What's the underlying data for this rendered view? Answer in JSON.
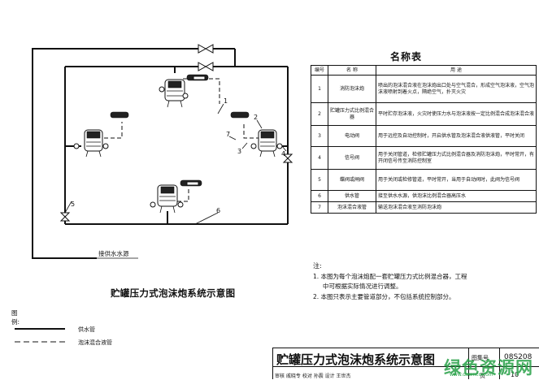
{
  "diagram": {
    "title": "贮罐压力式泡沫炮系统示意图",
    "callouts": [
      "1",
      "2",
      "3",
      "4",
      "5",
      "6",
      "7"
    ],
    "water_source_label": "接供水水源",
    "legend": {
      "title": "图例:",
      "items": [
        {
          "style": "solid",
          "label": "供水管"
        },
        {
          "style": "dashed",
          "label": "泡沫混合液管"
        }
      ]
    }
  },
  "name_table": {
    "title": "名称表",
    "headers": [
      "编号",
      "名  称",
      "用        途"
    ],
    "rows": [
      {
        "no": "1",
        "name": "消防泡沫炮",
        "use": "喷出的泡沫混合液在泡沫炮出口处与空气混合，形成空气泡沫液，空气泡沫液喷射到着火点，隔绝空气，扑灭火灾"
      },
      {
        "no": "2",
        "name": "贮罐压力式比例混合器",
        "use": "平时贮存泡沫液，火灾时使压力水与泡沫液按一定比例混合成泡沫混合液"
      },
      {
        "no": "3",
        "name": "电动阀",
        "use": "用于远控及自动控制时，开启供水管及泡沫混合液供液管，平时关闭"
      },
      {
        "no": "4",
        "name": "信号阀",
        "use": "用于关闭管道，检修贮罐压力式比例混合器及消防泡沫炮，平时常开，有开闭信号传至消防控制室"
      },
      {
        "no": "5",
        "name": "蝶阀或闸阀",
        "use": "用于关闭或检修管道，平时常开，当用于自动阀时，此阀为信号阀"
      },
      {
        "no": "6",
        "name": "供水管",
        "use": "接至供水水源，供泡沫比例混合器高压水"
      },
      {
        "no": "7",
        "name": "泡沫混合液管",
        "use": "输送泡沫混合液至消防泡沫炮"
      }
    ]
  },
  "notes": {
    "label": "注:",
    "items": [
      "1. 本图为每个泡沫炮配一套贮罐压力式比例混合器，工程",
      "中可根据实际情况进行调整。",
      "2. 本图只表示主要管道部分，不包括系统控制部分。"
    ]
  },
  "title_block": {
    "title": "贮罐压力式泡沫炮系统示意图",
    "atlas_label": "图集号",
    "atlas_code": "08S208",
    "page_label": "页",
    "page_no": "10",
    "bottom_row": "审核 戚晓专  校对 孙震  设计 王世杰"
  },
  "watermark": {
    "text": "绿色资源网",
    "url": "www.downcc.com"
  }
}
